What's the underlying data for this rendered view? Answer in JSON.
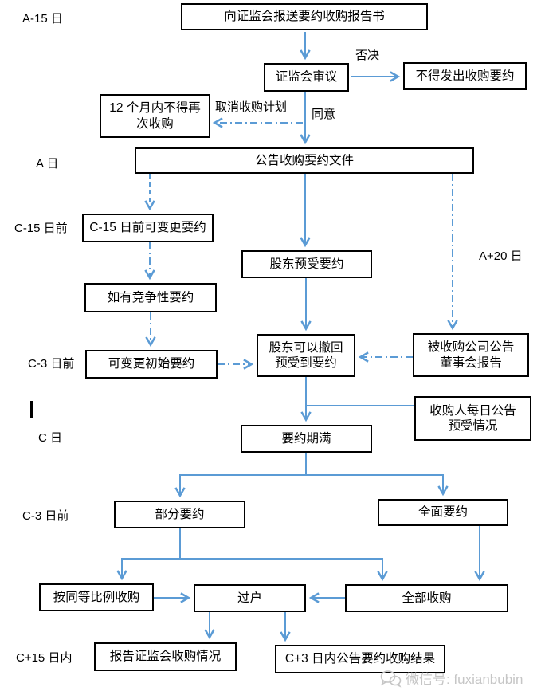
{
  "timeline": {
    "a_minus_15": "A-15 日",
    "a_day": "A 日",
    "c_minus_15_before": "C-15 日前",
    "c_minus_3_before_1": "C-3 日前",
    "c_day": "C 日",
    "c_minus_3_before_2": "C-3 日前",
    "c_plus_15_within": "C+15 日内"
  },
  "nodes": {
    "submit_report": "向证监会报送要约收购报告书",
    "csrc_review": "证监会审议",
    "no_offer": "不得发出收购要约",
    "no_reacquire_12m": "12 个月内不得再\n次收购",
    "announce_offer_doc": "公告收购要约文件",
    "c15_may_change": "C-15 日前可变更要约",
    "competing_offer": "如有竞争性要约",
    "shareholders_pre_accept": "股东预受要约",
    "may_change_initial": "可变更初始要约",
    "withdraw_pre_accept": "股东可以撤回\n预受到要约",
    "target_board_report": "被收购公司公告\n董事会报告",
    "daily_announce": "收购人每日公告\n预受情况",
    "offer_expiry": "要约期满",
    "partial_offer": "部分要约",
    "general_offer": "全面要约",
    "pro_rata_acquire": "按同等比例收购",
    "transfer": "过户",
    "acquire_all": "全部收购",
    "report_csrc_results": "报告证监会收购情况",
    "c3_announce_results": "C+3 日内公告要约收购结果"
  },
  "edge_labels": {
    "reject": "否决",
    "approve": "同意",
    "cancel_plan": "取消收购计划",
    "a_plus_20": "A+20 日"
  },
  "watermark": {
    "label": "微信号: fuxianbubin"
  },
  "colors": {
    "arrow": "#5B9BD5",
    "border": "#000000",
    "watermark": "#c6c6c6"
  }
}
